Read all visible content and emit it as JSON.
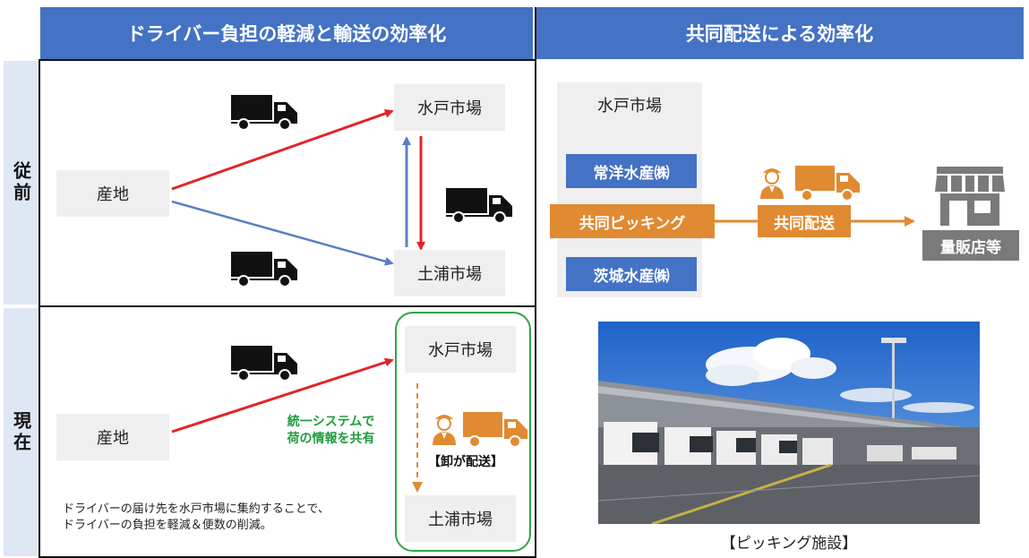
{
  "headers": {
    "left": "ドライバー負担の軽減と輸送の効率化",
    "right": "共同配送による効率化"
  },
  "rows": {
    "before": "従前",
    "now": "現在"
  },
  "before": {
    "origin": "産地",
    "mito": "水戸市場",
    "tsuchiura": "土浦市場"
  },
  "now": {
    "origin": "産地",
    "mito": "水戸市場",
    "tsuchiura": "土浦市場",
    "share_info": "統一システムで\n荷の情報を共有",
    "wholesaler_delivery": "【卸が配送】",
    "note": "ドライバーの届け先を水戸市場に集約することで、\nドライバーの負担を軽減＆便数の削減。"
  },
  "joint": {
    "mito": "水戸市場",
    "joyo": "常洋水産㈱",
    "picking": "共同ピッキング",
    "ibaraki": "茨城水産㈱",
    "joint_delivery": "共同配送",
    "mass_retail": "量販店等",
    "photo_caption": "【ピッキング施設】"
  },
  "colors": {
    "header_blue": "#4472c4",
    "side_blue": "#dfe7f5",
    "red_arrow": "#e3232a",
    "blue_arrow": "#5b7fc6",
    "orange": "#e08a32",
    "green": "#1e9c3a",
    "gray_icon": "#7a7a7a"
  },
  "icons": [
    "truck-icon",
    "driver-icon",
    "store-icon"
  ]
}
